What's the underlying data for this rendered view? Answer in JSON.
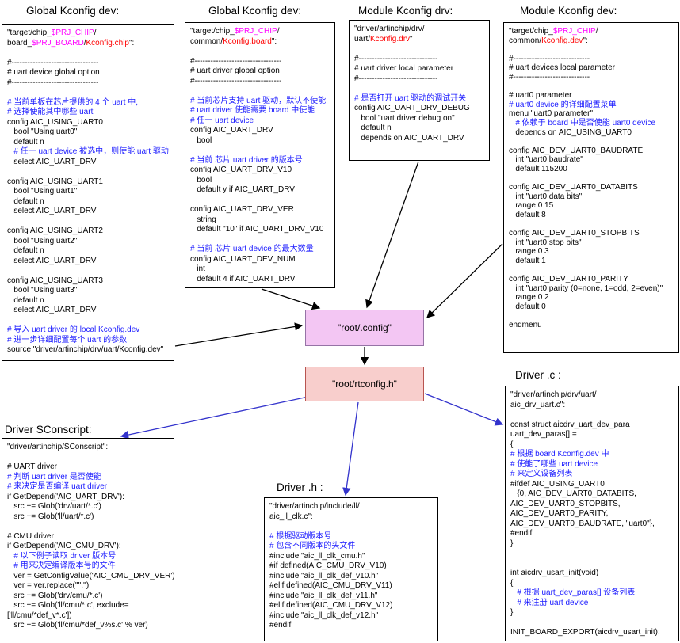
{
  "diagram": {
    "nodes": {
      "root_config": "\"root/.config\"",
      "root_rtconfig": "\"root/rtconfig.h\""
    },
    "colors": {
      "comment_blue": "#1a1aff",
      "var_magenta": "#ff00ff",
      "file_red": "#ff0000",
      "arrow_black": "#000000",
      "arrow_blue": "#3333cc",
      "config_fill": "#f3c6f3",
      "rtconfig_fill": "#f8cecc"
    },
    "boxes": [
      {
        "id": "kconfig-chip",
        "title": "Global Kconfig dev:",
        "lines": [
          [
            [
              "\"target/chip_",
              "k"
            ],
            [
              "$PRJ_CHIP",
              "m"
            ],
            [
              "/",
              "k"
            ]
          ],
          [
            [
              "board_",
              "k"
            ],
            [
              "$PRJ_BOARD",
              "m"
            ],
            [
              "/",
              "k"
            ],
            [
              "Kconfig.chip",
              "r"
            ],
            [
              "\":",
              "k"
            ]
          ],
          "",
          "#---------------------------------",
          "# uart device global option",
          "#---------------------------------",
          "",
          [
            [
              "# 当前单板在芯片提供的 4 个 uart 中,",
              "b"
            ]
          ],
          [
            [
              "# 选择使能其中哪些 uart",
              "b"
            ]
          ],
          "config AIC_USING_UART0",
          "   bool \"Using uart0\"",
          "   default n",
          [
            [
              "   # 任一 uart device 被选中，则使能 uart 驱动",
              "b"
            ]
          ],
          "   select AIC_UART_DRV",
          "",
          "config AIC_USING_UART1",
          "   bool \"Using uart1\"",
          "   default n",
          "   select AIC_UART_DRV",
          "",
          "config AIC_USING_UART2",
          "   bool \"Using uart2\"",
          "   default n",
          "   select AIC_UART_DRV",
          "",
          "config AIC_USING_UART3",
          "   bool \"Using uart3\"",
          "   default n",
          "   select AIC_UART_DRV",
          "",
          [
            [
              "# 导入 uart driver 的 local Kconfig.dev",
              "b"
            ]
          ],
          [
            [
              "# 进一步详细配置每个 uart 的参数",
              "b"
            ]
          ],
          "source \"driver/artinchip/drv/uart/Kconfig.dev\""
        ]
      },
      {
        "id": "kconfig-board",
        "title": "Global Kconfig dev:",
        "lines": [
          [
            [
              "\"target/chip_",
              "k"
            ],
            [
              "$PRJ_CHIP",
              "m"
            ],
            [
              "/",
              "k"
            ]
          ],
          [
            [
              "common/",
              "k"
            ],
            [
              "Kconfig.board",
              "r"
            ],
            [
              "\":",
              "k"
            ]
          ],
          "",
          "#---------------------------------",
          "# uart driver global option",
          "#---------------------------------",
          "",
          [
            [
              "# 当前芯片支持 uart 驱动，默认不使能",
              "b"
            ]
          ],
          [
            [
              "# uart driver 使能需要 board 中使能",
              "b"
            ]
          ],
          [
            [
              "# 任一 uart device",
              "b"
            ]
          ],
          "config AIC_UART_DRV",
          "   bool",
          "",
          [
            [
              "# 当前 芯片 uart driver 的版本号",
              "b"
            ]
          ],
          "config AIC_UART_DRV_V10",
          "   bool",
          "   default y if AIC_UART_DRV",
          "",
          "config AIC_UART_DRV_VER",
          "   string",
          "   default \"10\" if AIC_UART_DRV_V10",
          "",
          [
            [
              "# 当前 芯片 uart device 的最大数量",
              "b"
            ]
          ],
          "config AIC_UART_DEV_NUM",
          "   int",
          "   default 4 if AIC_UART_DRV"
        ]
      },
      {
        "id": "kconfig-drv",
        "title": "Module Kconfig drv:",
        "lines": [
          "\"driver/artinchip/drv/",
          [
            [
              "uart/",
              "k"
            ],
            [
              "Kconfig.drv",
              "r"
            ],
            [
              "\"",
              "k"
            ]
          ],
          "",
          "#------------------------------",
          "# uart driver local parameter",
          "#------------------------------",
          "",
          [
            [
              "# 是否打开 uart 驱动的调试开关",
              "b"
            ]
          ],
          "config AIC_UART_DRV_DEBUG",
          "   bool \"uart driver debug on\"",
          "   default n",
          "   depends on AIC_UART_DRV"
        ]
      },
      {
        "id": "kconfig-dev",
        "title": "Module Kconfig dev:",
        "lines": [
          [
            [
              "\"target/chip_",
              "k"
            ],
            [
              "$PRJ_CHIP",
              "m"
            ],
            [
              "/",
              "k"
            ]
          ],
          [
            [
              "common/",
              "k"
            ],
            [
              "Kconfig.dev",
              "r"
            ],
            [
              "\":",
              "k"
            ]
          ],
          "",
          "#-----------------------------",
          "# uart devices local parameter",
          "#-----------------------------",
          "",
          "# uart0 parameter",
          [
            [
              "# uart0 device 的详细配置菜单",
              "b"
            ]
          ],
          "menu \"uart0 parameter\"",
          [
            [
              "   # 依赖于 board 中是否使能 uart0 device",
              "b"
            ]
          ],
          "   depends on AIC_USING_UART0",
          "",
          "config AIC_DEV_UART0_BAUDRATE",
          "   int \"uart0 baudrate\"",
          "   default 115200",
          "",
          "config AIC_DEV_UART0_DATABITS",
          "   int \"uart0 data bits\"",
          "   range 0 15",
          "   default 8",
          "",
          "config AIC_DEV_UART0_STOPBITS",
          "   int \"uart0 stop bits\"",
          "   range 0 3",
          "   default 1",
          "",
          "config AIC_DEV_UART0_PARITY",
          "   int \"uart0 parity (0=none, 1=odd, 2=even)\"",
          "   range 0 2",
          "   default 0",
          "",
          "endmenu"
        ]
      },
      {
        "id": "sconscript",
        "title": "Driver SConscript:",
        "lines": [
          "\"driver/artinchip/SConscript\":",
          "",
          "# UART driver",
          [
            [
              "# 判断 uart driver 是否使能",
              "b"
            ]
          ],
          [
            [
              "# 来决定是否编译 uart driver",
              "b"
            ]
          ],
          "if GetDepend('AIC_UART_DRV'):",
          "   src += Glob('drv/uart/*.c')",
          "   src += Glob('ll/uart/*.c')",
          "",
          "# CMU driver",
          "if GetDepend('AIC_CMU_DRV'):",
          [
            [
              "   # 以下例子读取 driver 版本号",
              "b"
            ]
          ],
          [
            [
              "   # 用来决定编译版本号的文件",
              "b"
            ]
          ],
          "   ver = GetConfigValue('AIC_CMU_DRV_VER')",
          "   ver = ver.replace('\"','')",
          "   src += Glob('drv/cmu/*.c')",
          "   src += Glob('ll/cmu/*.c', exclude=",
          "['ll/cmu/*def_v*.c'])",
          "   src += Glob('ll/cmu/*def_v%s.c' % ver)"
        ]
      },
      {
        "id": "driver-h",
        "title": "Driver .h :",
        "lines": [
          "\"driver/artinchip/include/ll/",
          "aic_ll_clk.c\":",
          "",
          [
            [
              "# 根据驱动版本号",
              "b"
            ]
          ],
          [
            [
              "# 包含不同版本的头文件",
              "b"
            ]
          ],
          "#include \"aic_ll_clk_cmu.h\"",
          "#if defined(AIC_CMU_DRV_V10)",
          "#include \"aic_ll_clk_def_v10.h\"",
          "#elif defined(AIC_CMU_DRV_V11)",
          "#include \"aic_ll_clk_def_v11.h\"",
          "#elif defined(AIC_CMU_DRV_V12)",
          "#include \"aic_ll_clk_def_v12.h\"",
          "#endif"
        ]
      },
      {
        "id": "driver-c",
        "title": "Driver .c :",
        "lines": [
          "\"driver/artinchip/drv/uart/",
          "aic_drv_uart.c\":",
          "",
          "const struct aicdrv_uart_dev_para",
          "uart_dev_paras[] =",
          "{",
          [
            [
              "# 根据 board Kconfig.dev 中",
              "b"
            ]
          ],
          [
            [
              "# 使能了哪些 uart device",
              "b"
            ]
          ],
          [
            [
              "# 来定义设备列表",
              "b"
            ]
          ],
          "#ifdef AIC_USING_UART0",
          "   {0, AIC_DEV_UART0_DATABITS,",
          "AIC_DEV_UART0_STOPBITS,",
          "AIC_DEV_UART0_PARITY,",
          "AIC_DEV_UART0_BAUDRATE, \"uart0\"},",
          "#endif",
          "}",
          "",
          "",
          "int aicdrv_usart_init(void)",
          "{",
          [
            [
              "   # 根据 uart_dev_paras[] 设备列表",
              "b"
            ]
          ],
          [
            [
              "   # 来注册 uart device",
              "b"
            ]
          ],
          "}",
          "",
          "INIT_BOARD_EXPORT(aicdrv_usart_init);"
        ]
      }
    ]
  }
}
